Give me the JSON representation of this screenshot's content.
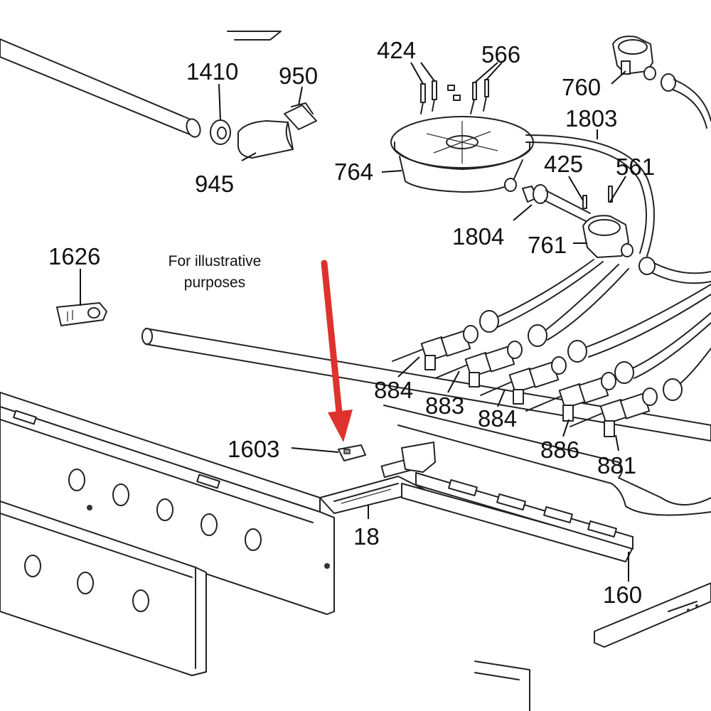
{
  "note": {
    "line1": "For illustrative",
    "line2": "purposes"
  },
  "labels": {
    "p424": "424",
    "p566": "566",
    "p760": "760",
    "p1410": "1410",
    "p950": "950",
    "p1803": "1803",
    "p764": "764",
    "p425": "425",
    "p561": "561",
    "p945": "945",
    "p1804": "1804",
    "p761": "761",
    "p1626": "1626",
    "p884a": "884",
    "p883": "883",
    "p884b": "884",
    "p886": "886",
    "p881": "881",
    "p1603": "1603",
    "p18": "18",
    "p160": "160"
  },
  "colors": {
    "arrow": "#e0322d",
    "line": "#222222",
    "background": "#ffffff"
  }
}
